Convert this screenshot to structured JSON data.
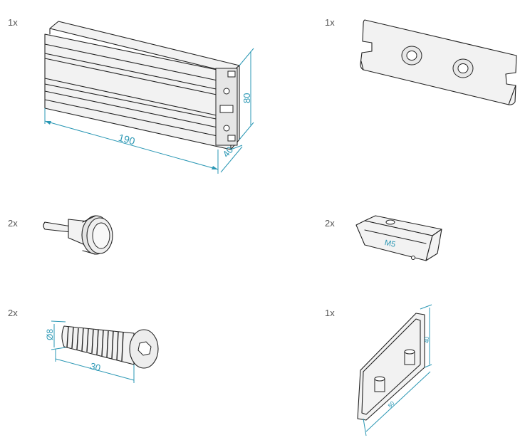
{
  "parts": [
    {
      "id": "profile",
      "quantity": "1x",
      "icon": "aluminium-profile-icon",
      "dimensions": [
        "190",
        "80",
        "40"
      ]
    },
    {
      "id": "plate",
      "quantity": "1x",
      "icon": "connector-plate-icon"
    },
    {
      "id": "pin",
      "quantity": "2x",
      "icon": "stud-pin-icon"
    },
    {
      "id": "tnut",
      "quantity": "2x",
      "icon": "t-slot-nut-icon",
      "label": "M5"
    },
    {
      "id": "screw",
      "quantity": "2x",
      "icon": "countersunk-screw-icon",
      "dimensions": [
        "Ø8",
        "30"
      ]
    },
    {
      "id": "endcap",
      "quantity": "1x",
      "icon": "end-cap-icon",
      "dimensions": [
        "40",
        "80"
      ]
    }
  ],
  "colors": {
    "dimension": "#2a97b4",
    "outline": "#222222"
  }
}
